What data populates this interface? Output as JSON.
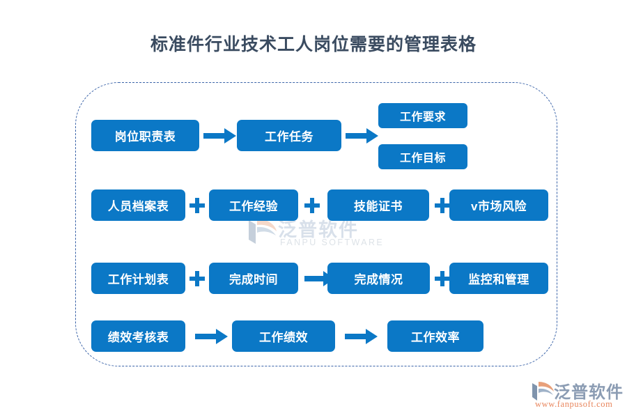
{
  "page": {
    "title": "标准件行业技术工人岗位需要的管理表格",
    "accent_color": "#0b78c6",
    "title_color": "#3a4b60",
    "frame_border_color": "#3a63a8",
    "background": "#ffffff"
  },
  "diagram": {
    "rows": [
      {
        "id": "row-1",
        "nodes": [
          {
            "label": "岗位职责表"
          },
          {
            "label": "工作任务"
          },
          {
            "label": "工作要求"
          },
          {
            "label": "工作目标"
          }
        ],
        "connectors": [
          "arrow-right",
          "arrow-right-branch"
        ]
      },
      {
        "id": "row-2",
        "nodes": [
          {
            "label": "人员档案表"
          },
          {
            "label": "工作经验"
          },
          {
            "label": "技能证书"
          },
          {
            "label": "v市场风险"
          }
        ],
        "connectors": [
          "plus",
          "plus",
          "plus"
        ]
      },
      {
        "id": "row-3",
        "nodes": [
          {
            "label": "工作计划表"
          },
          {
            "label": "完成时间"
          },
          {
            "label": "完成情况"
          },
          {
            "label": "监控和管理"
          }
        ],
        "connectors": [
          "plus",
          "arrow-right",
          "plus"
        ]
      },
      {
        "id": "row-4",
        "nodes": [
          {
            "label": "绩效考核表"
          },
          {
            "label": "工作绩效"
          },
          {
            "label": "工作效率"
          }
        ],
        "connectors": [
          "arrow-right",
          "arrow-right"
        ]
      }
    ]
  },
  "watermark": {
    "cn": "泛普软件",
    "en": "FANPU SOFTWARE",
    "color": "#9fb4cd"
  },
  "logo": {
    "cn": "泛普软件",
    "url": "www.fanpusoft.com",
    "url_color": "#e8855c",
    "cn_color": "#8b9cb3"
  }
}
